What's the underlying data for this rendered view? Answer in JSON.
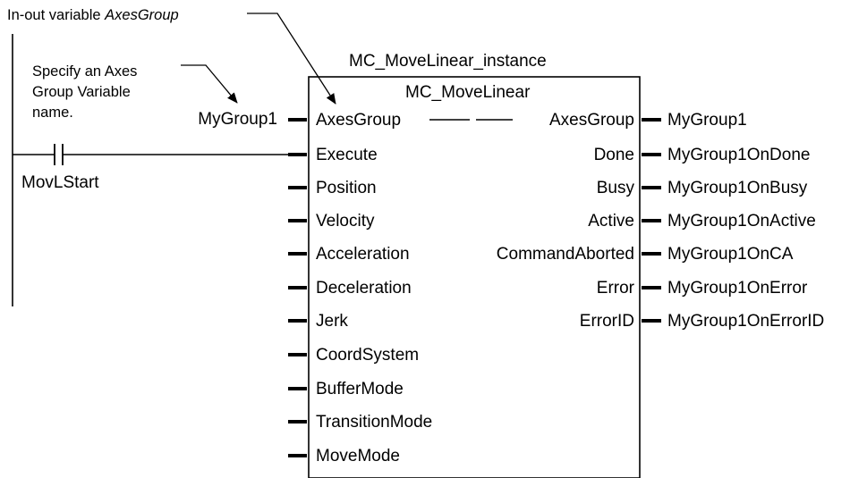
{
  "top_annotation": {
    "prefix": "In-out variable ",
    "variable": "AxesGroup"
  },
  "instance_name": "MC_MoveLinear_instance",
  "block_name": "MC_MoveLinear",
  "specify_note": [
    "Specify an Axes",
    "Group Variable",
    "name."
  ],
  "contact_label": "MovLStart",
  "axes_group_input_variable": "MyGroup1",
  "inputs": [
    "AxesGroup",
    "Execute",
    "Position",
    "Velocity",
    "Acceleration",
    "Deceleration",
    "Jerk",
    "CoordSystem",
    "BufferMode",
    "TransitionMode",
    "MoveMode"
  ],
  "outputs": [
    {
      "pin": "AxesGroup",
      "variable": "MyGroup1"
    },
    {
      "pin": "Done",
      "variable": "MyGroup1OnDone"
    },
    {
      "pin": "Busy",
      "variable": "MyGroup1OnBusy"
    },
    {
      "pin": "Active",
      "variable": "MyGroup1OnActive"
    },
    {
      "pin": "CommandAborted",
      "variable": "MyGroup1OnCA"
    },
    {
      "pin": "Error",
      "variable": "MyGroup1OnError"
    },
    {
      "pin": "ErrorID",
      "variable": "MyGroup1OnErrorID"
    }
  ]
}
